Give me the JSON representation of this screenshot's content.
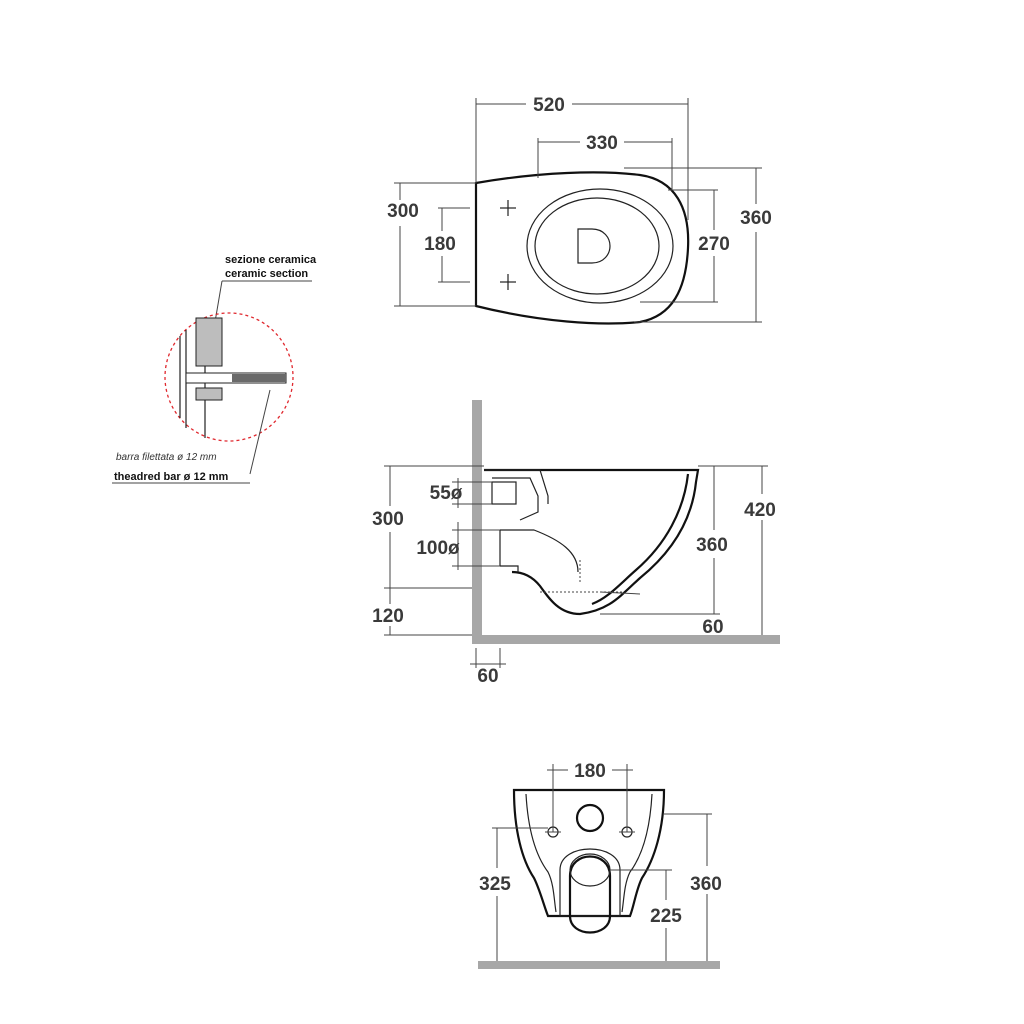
{
  "top_view": {
    "width": "520",
    "seat_length": "330",
    "height_left": "300",
    "fixing_spacing": "180",
    "bowl_width": "270",
    "height_right": "360"
  },
  "detail": {
    "label_it": "sezione ceramica",
    "label_en": "ceramic section",
    "bar_it": "barra filettata ø 12 mm",
    "bar_en": "theadred bar ø 12 mm",
    "circle_color": "#e0282e"
  },
  "side_view": {
    "inlet": "55ø",
    "outlet": "100ø",
    "height_left": "300",
    "floor_offset": "120",
    "wall_offset": "60",
    "outlet_height": "360",
    "total_height": "420",
    "front_offset": "60"
  },
  "back_view": {
    "fixing_spacing": "180",
    "left_height": "325",
    "right_height": "360",
    "outlet_height": "225"
  }
}
